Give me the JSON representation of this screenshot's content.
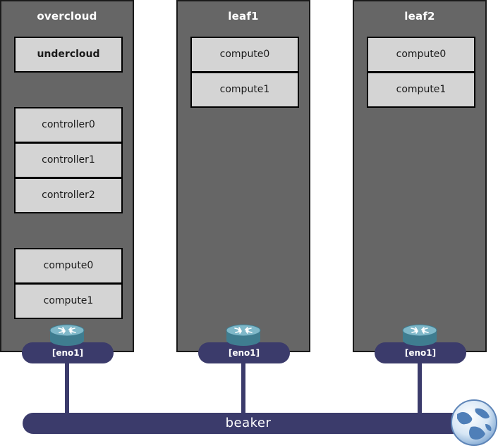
{
  "racks": [
    {
      "title": "overcloud",
      "groups": [
        {
          "nodes": [
            "undercloud"
          ],
          "bold": true
        },
        {
          "nodes": [
            "controller0",
            "controller1",
            "controller2"
          ]
        },
        {
          "nodes": [
            "compute0",
            "compute1"
          ]
        }
      ],
      "nic": "[eno1]"
    },
    {
      "title": "leaf1",
      "groups": [
        {
          "nodes": [
            "compute0",
            "compute1"
          ]
        }
      ],
      "nic": "[eno1]"
    },
    {
      "title": "leaf2",
      "groups": [
        {
          "nodes": [
            "compute0",
            "compute1"
          ]
        }
      ],
      "nic": "[eno1]"
    }
  ],
  "network": {
    "label": "beaker"
  },
  "icons": {
    "router": "router-icon",
    "globe": "globe-icon"
  },
  "colors": {
    "rack": "#666666",
    "node": "#d4d4d4",
    "network": "#3b3b6b",
    "router": "#4f8ea1"
  }
}
